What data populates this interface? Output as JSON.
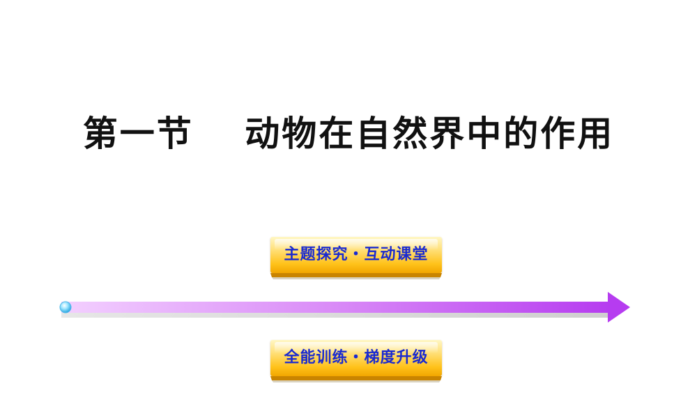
{
  "slide": {
    "title": "第一节　 动物在自然界中的作用",
    "buttons": {
      "explore_label": "主题探究・互动课堂",
      "practice_label": "全能训练・梯度升级"
    },
    "colors": {
      "title_text": "#111111",
      "button_text": "#1a2ad0",
      "button_gold": "#ffc21a",
      "arrow_start": "#f0c8ff",
      "arrow_end": "#b63cf0"
    },
    "icons": {
      "timeline": "arrow-right-icon",
      "start_marker": "bead-icon"
    }
  }
}
